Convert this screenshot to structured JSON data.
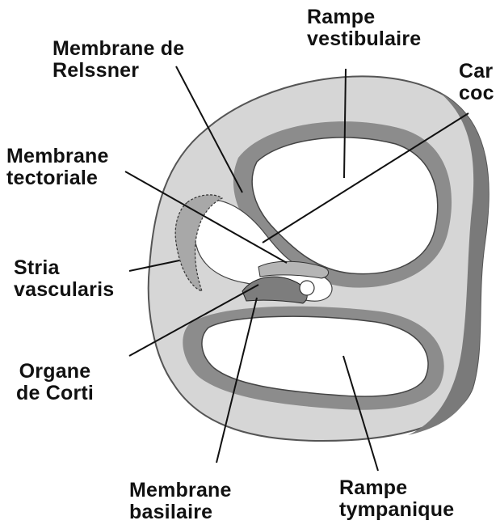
{
  "labels": {
    "reissner": {
      "line1": "Membrane de",
      "line2": "Relssner"
    },
    "vestibulaire": {
      "line1": "Rampe",
      "line2": "vestibulaire"
    },
    "canal": {
      "line1": "Car",
      "line2": "coc"
    },
    "tectoriale": {
      "line1": "Membrane",
      "line2": "tectoriale"
    },
    "stria": {
      "line1": "Stria",
      "line2": "vascularis"
    },
    "corti": {
      "line1": "Organe",
      "line2": "de Corti"
    },
    "basilaire": {
      "line1": "Membrane",
      "line2": "basilaire"
    },
    "tympanique": {
      "line1": "Rampe",
      "line2": "tympanique"
    }
  },
  "colors": {
    "outer_fill": "#d6d6d6",
    "outer_edge": "#6e6e6e",
    "inner_rim": "#8a8a8a",
    "lumen": "#ffffff",
    "ink": "#111111"
  }
}
